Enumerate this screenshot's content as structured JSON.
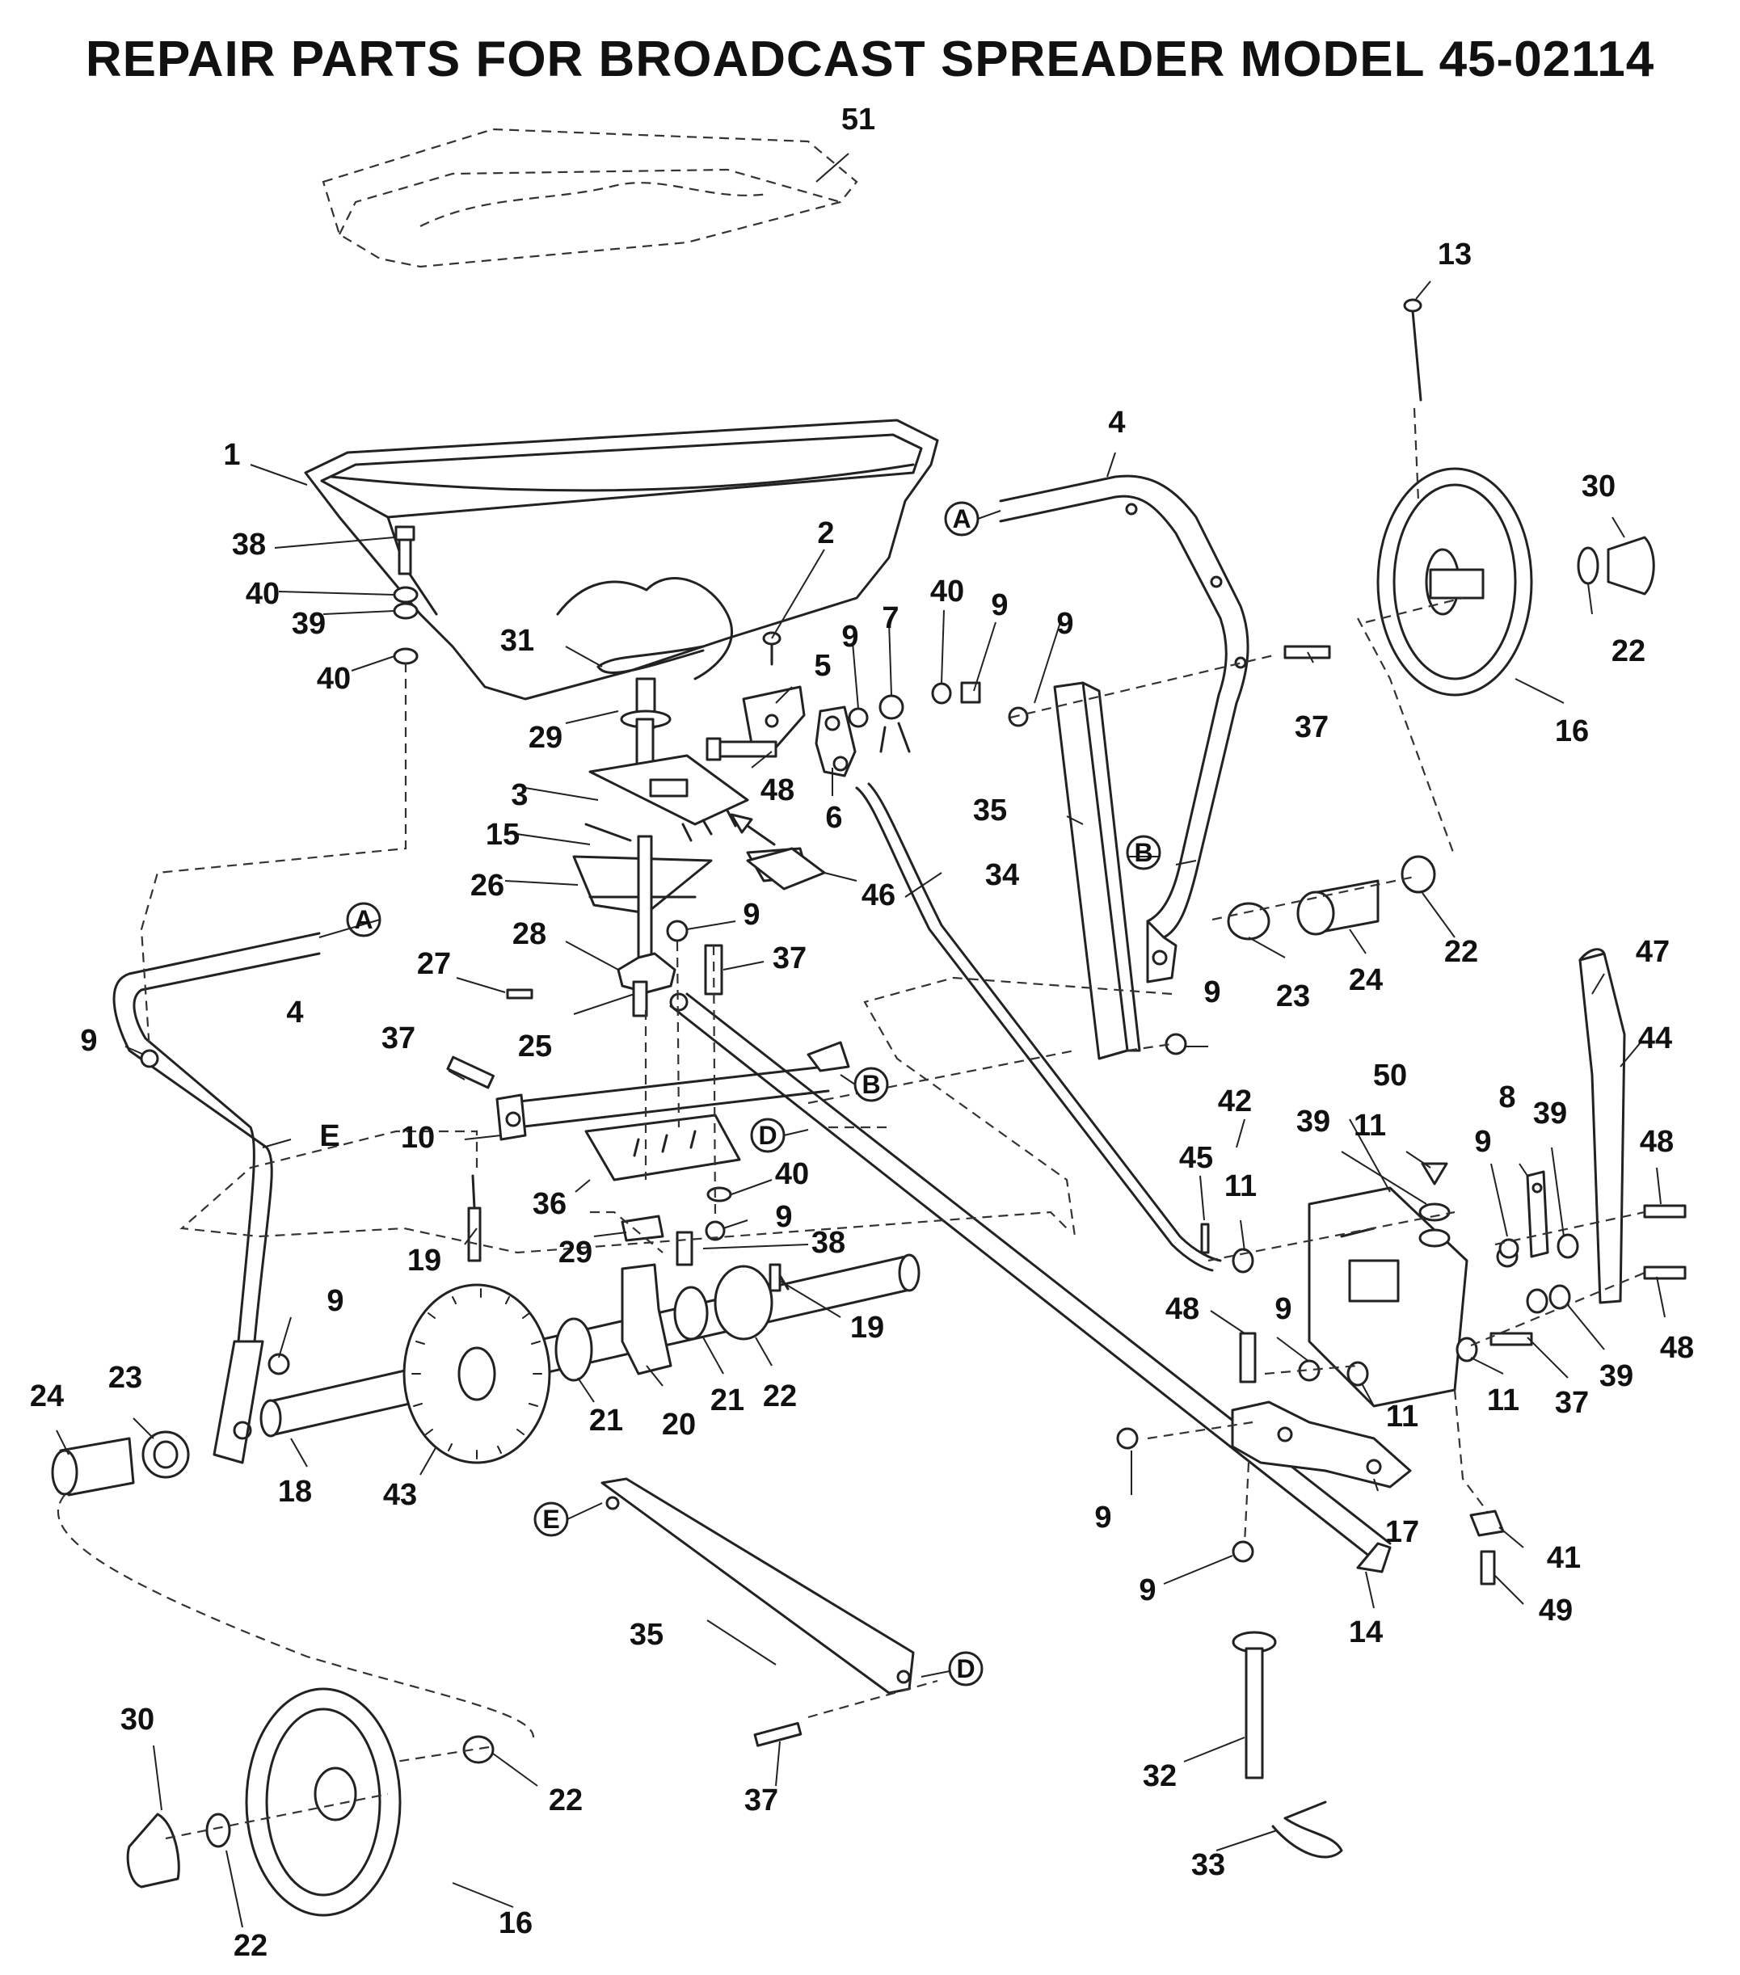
{
  "title": "REPAIR PARTS FOR BROADCAST SPREADER MODEL 45-02114",
  "parts": {
    "p1": "1",
    "p2": "2",
    "p3": "3",
    "p4a": "4",
    "p4b": "4",
    "p5": "5",
    "p6": "6",
    "p7": "7",
    "p8": "8",
    "p9a": "9",
    "p9b": "9",
    "p9c": "9",
    "p9d": "9",
    "p9e": "9",
    "p9f": "9",
    "p9g": "9",
    "p9h": "9",
    "p9i": "9",
    "p9j": "9",
    "p9k": "9",
    "p9l": "9",
    "p10": "10",
    "p11a": "11",
    "p11b": "11",
    "p11c": "11",
    "p11d": "11",
    "p13": "13",
    "p14": "14",
    "p15": "15",
    "p16a": "16",
    "p16b": "16",
    "p17": "17",
    "p18": "18",
    "p19a": "19",
    "p19b": "19",
    "p20": "20",
    "p21a": "21",
    "p21b": "21",
    "p22a": "22",
    "p22b": "22",
    "p22c": "22",
    "p22d": "22",
    "p22e": "22",
    "p23a": "23",
    "p23b": "23",
    "p24a": "24",
    "p24b": "24",
    "p25": "25",
    "p26": "26",
    "p27": "27",
    "p28": "28",
    "p29a": "29",
    "p29b": "29",
    "p30a": "30",
    "p30b": "30",
    "p31": "31",
    "p32": "32",
    "p33": "33",
    "p34": "34",
    "p35a": "35",
    "p35b": "35",
    "p36": "36",
    "p37a": "37",
    "p37b": "37",
    "p37c": "37",
    "p37d": "37",
    "p37e": "37",
    "p38a": "38",
    "p38b": "38",
    "p39a": "39",
    "p39b": "39",
    "p39c": "39",
    "p39d": "39",
    "p40a": "40",
    "p40b": "40",
    "p40c": "40",
    "p40d": "40",
    "p41": "41",
    "p42": "42",
    "p43": "43",
    "p44": "44",
    "p45": "45",
    "p46": "46",
    "p47": "47",
    "p48a": "48",
    "p48b": "48",
    "p48c": "48",
    "p48d": "48",
    "p49": "49",
    "p50": "50",
    "p51": "51"
  },
  "refs": {
    "A1": "A",
    "A2": "A",
    "B1": "B",
    "B2": "B",
    "D1": "D",
    "D2": "D",
    "E1": "E",
    "E2": "E"
  }
}
